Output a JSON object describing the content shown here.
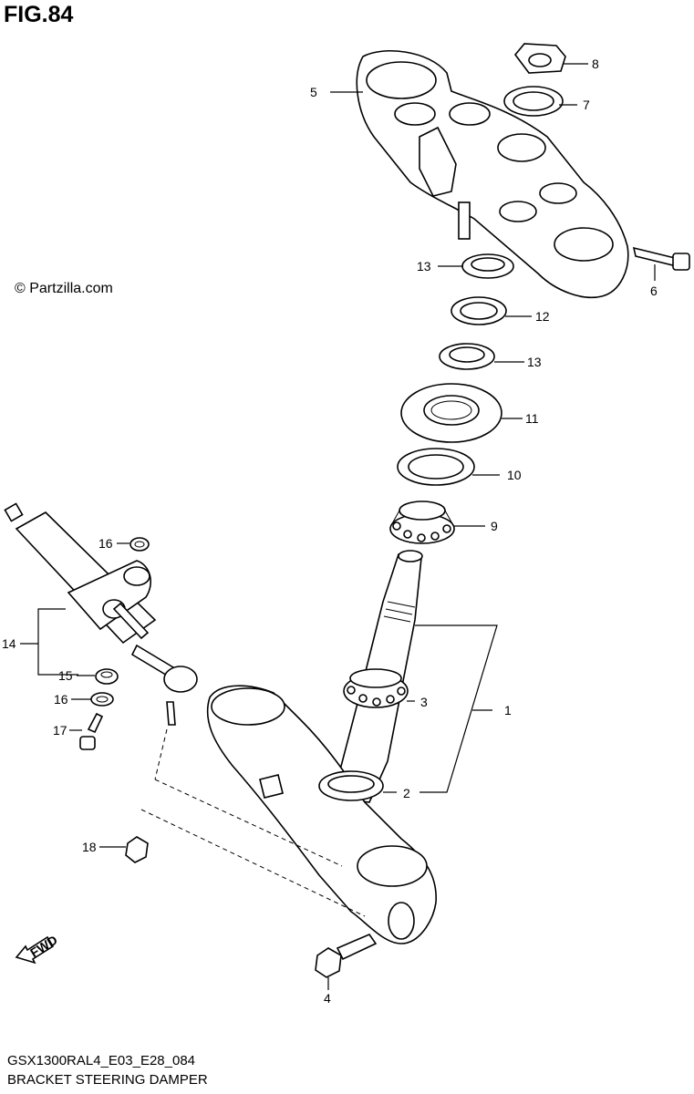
{
  "figure_title": "FIG.84",
  "watermark": "© Partzilla.com",
  "model_code": "GSX1300RAL4_E03_E28_084",
  "diagram_name": "BRACKET STEERING DAMPER",
  "fwd_label": "FWD",
  "callouts": [
    "1",
    "2",
    "3",
    "4",
    "5",
    "6",
    "7",
    "8",
    "9",
    "10",
    "11",
    "12",
    "13",
    "13",
    "14",
    "15",
    "16",
    "16",
    "17",
    "18"
  ]
}
